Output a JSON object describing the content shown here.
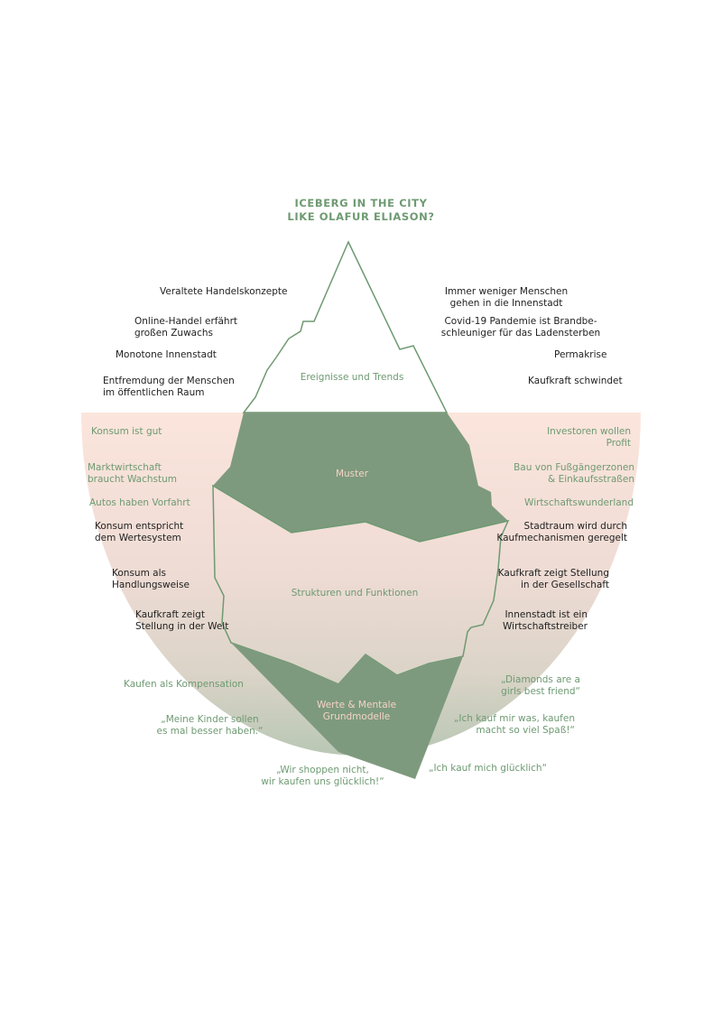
{
  "title": "ICEBERG IN THE CITY\nLIKE OLAFUR ELIASON?",
  "colors": {
    "title": "#6e9a72",
    "iceberg_fill": "#7e9a7e",
    "iceberg_outline": "#6e9a72",
    "water_top": "#fbe5dc",
    "water_mid": "#efdcd5",
    "water_bottom": "#bfcab9",
    "dark_text": "#1e1e1e",
    "green_text": "#6e9a72",
    "inner_label_on_fill": "#f4d3c6"
  },
  "layers": {
    "events": "Ereignisse und Trends",
    "patterns": "Muster",
    "structures": "Strukturen und Funktionen",
    "values": "Werte & Mentale\nGrundmodelle"
  },
  "labels": {
    "l1": "Veraltete Handelskonzepte",
    "l2": "Online-Handel erfährt\ngroßen Zuwachs",
    "l3": "Monotone Innenstadt",
    "l4": "Entfremdung der Menschen\nim öffentlichen Raum",
    "r1": "Immer weniger Menschen\ngehen in die Innenstadt",
    "r2": "Covid-19 Pandemie ist Brandbe-\nschleuniger für das Ladensterben",
    "r3": "Permakrise",
    "r4": "Kaufkraft schwindet",
    "g1": "Konsum ist gut",
    "g2": "Marktwirtschaft\nbraucht Wachstum",
    "g3": "Autos haben Vorfahrt",
    "gr1": "Investoren wollen\nProfit",
    "gr2": "Bau von Fußgängerzonen\n& Einkaufsstraßen",
    "gr3": "Wirtschaftswunderland",
    "d1": "Konsum entspricht\ndem Wertesystem",
    "d2": "Konsum als\nHandlungsweise",
    "d3": "Kaufkraft zeigt\nStellung in der Welt",
    "dr1": "Stadtraum wird durch\nKaufmechanismen geregelt",
    "dr2": "Kaufkraft zeigt Stellung\nin der Gesellschaft",
    "dr3": "Innenstadt ist ein\nWirtschaftstreiber",
    "q1": "Kaufen als Kompensation",
    "q2": "„Meine Kinder sollen\nes mal besser haben.“",
    "q3": "„Wir shoppen nicht,\nwir kaufen uns glücklich!“",
    "q4": "„Diamonds are a\ngirls best friend“",
    "q5": "„Ich kauf mir was, kaufen\nmacht so viel Spaß!“",
    "q6": "„Ich kauf mich glücklich“"
  }
}
